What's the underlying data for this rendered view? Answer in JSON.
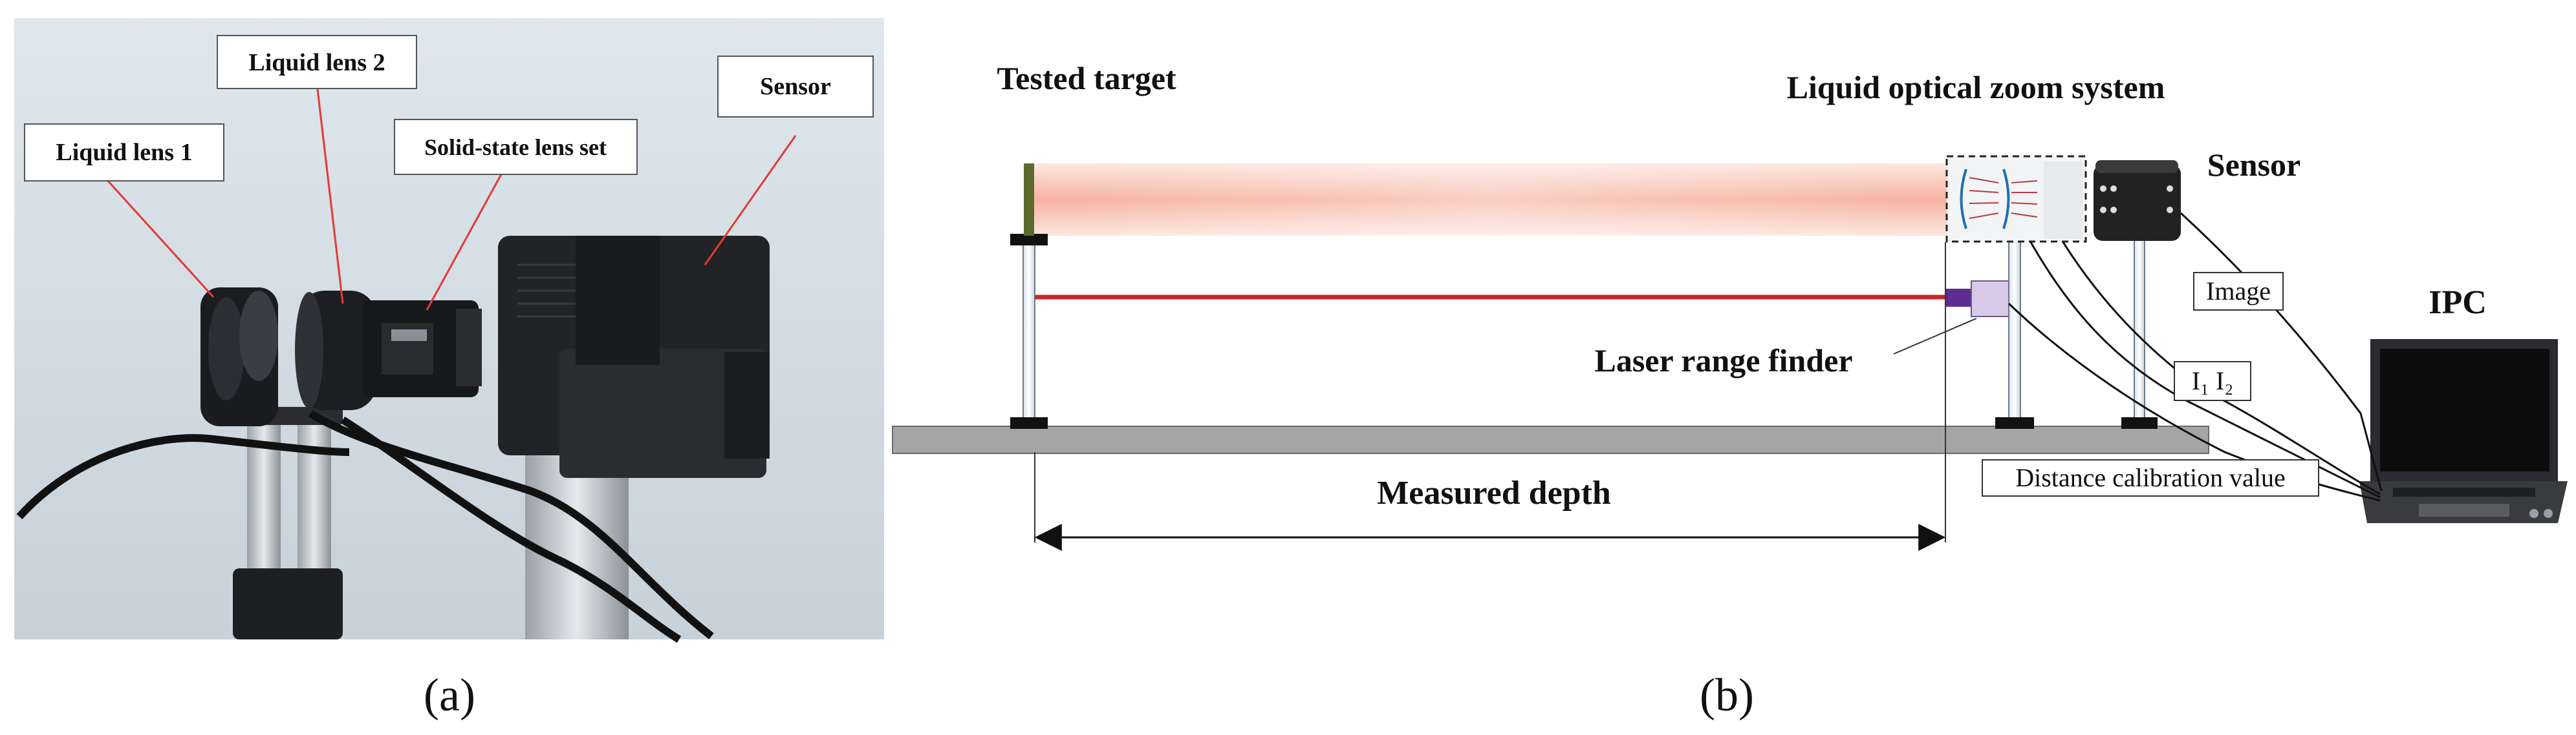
{
  "panel_a": {
    "caption": "(a)",
    "labels": {
      "liquid_lens_1": "Liquid lens 1",
      "liquid_lens_2": "Liquid lens 2",
      "solid_state_lens_set": "Solid-state lens set",
      "sensor": "Sensor"
    }
  },
  "panel_b": {
    "caption": "(b)",
    "labels": {
      "tested_target": "Tested target",
      "liquid_optical_zoom_system": "Liquid optical zoom system",
      "sensor": "Sensor",
      "ipc": "IPC",
      "image": "Image",
      "currents": "I₁  I₂",
      "laser_range_finder": "Laser range finder",
      "distance_calibration_value": "Distance calibration value",
      "measured_depth": "Measured depth"
    }
  },
  "colors": {
    "leader_line": "#e53935",
    "laser_beam": "#c62828",
    "light_path": "#f7b7a8",
    "rail": "#a5a5a5",
    "target": "#5b6b2f",
    "range_finder": "#d9c9e8"
  }
}
